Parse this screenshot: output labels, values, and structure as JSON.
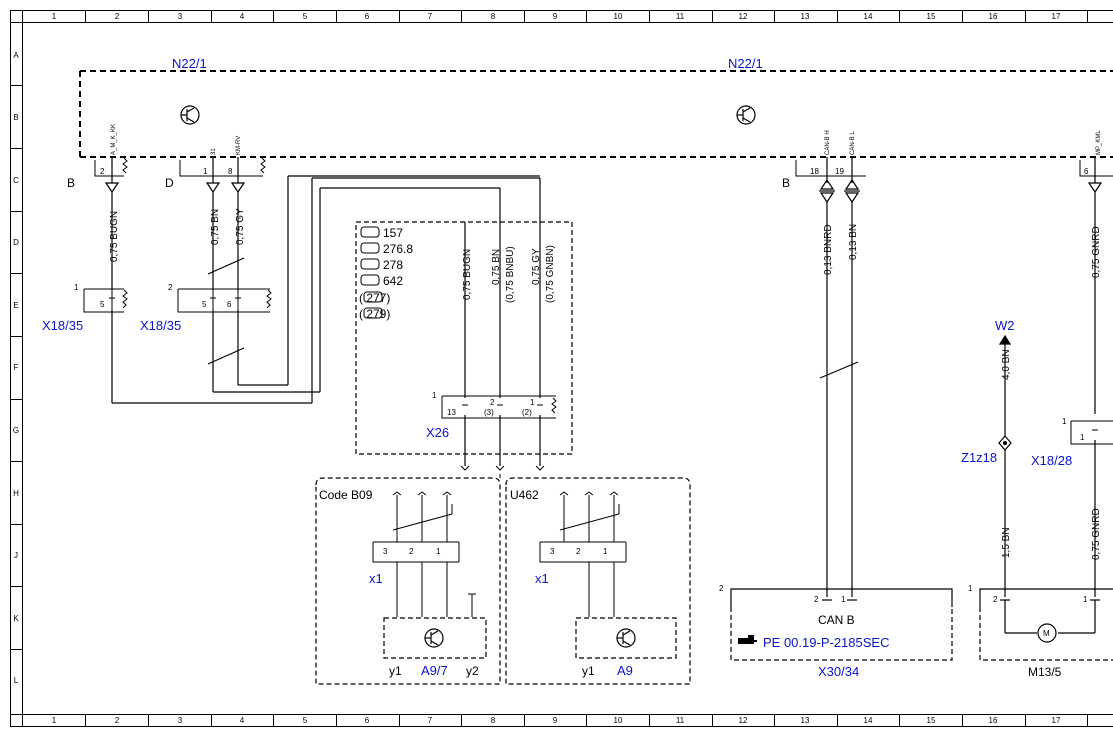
{
  "grid": {
    "columns": [
      "1",
      "2",
      "3",
      "4",
      "5",
      "6",
      "7",
      "8",
      "9",
      "10",
      "11",
      "12",
      "13",
      "14",
      "15",
      "16",
      "17"
    ],
    "rows": [
      "A",
      "B",
      "C",
      "D",
      "E",
      "F",
      "G",
      "H",
      "J",
      "K",
      "L"
    ]
  },
  "modules": {
    "n22_left": "N22/1",
    "n22_right": "N22/1"
  },
  "connector_letters": {
    "b_left": "B",
    "d_left": "D",
    "b_right": "B"
  },
  "pins": {
    "p2": "2",
    "p1": "1",
    "p8": "8",
    "p18": "18",
    "p19": "19",
    "p6": "6",
    "e1": "1",
    "e5": "5",
    "e2": "2",
    "e5b": "5",
    "e6": "6",
    "x26_1": "1",
    "x26_13": "13",
    "x26_2": "2",
    "x26_3": "(3)",
    "x26_1b": "1",
    "x26_2b": "(2)",
    "x1a_3": "3",
    "x1a_2": "2",
    "x1a_1": "1",
    "x1b_3": "3",
    "x1b_2": "2",
    "x1b_1": "1",
    "x30_2": "2",
    "x30_2b": "2",
    "x30_1": "1",
    "m13_1": "1",
    "m13_2": "2",
    "m13_1b": "1",
    "x1828_1": "1",
    "x1828_1b": "1"
  },
  "pin_names": {
    "amkkk": "A_M_K_KK",
    "p31": "31",
    "kmrv": "KM-RV",
    "canbh": "CAN-B H",
    "canbl": "CAN-B L",
    "mpkml": "MP_KML"
  },
  "wires": {
    "w1": "0,75 BUGN",
    "w2": "0,75 BN",
    "w3": "0,75 GY",
    "w4": "0,75 BUGN",
    "w5": "0,75 BN",
    "w5b": "(0,75 BNBU)",
    "w6": "0,75 GY",
    "w6b": "(0,75 GNBN)",
    "w7": "0,13 BNRD",
    "w8": "0,13 BN",
    "w9": "0,75 GNRD",
    "w10": "4,0 BN",
    "w11": "1,5 BN",
    "w12": "0,75 GNRD"
  },
  "components": {
    "x1835a": "X18/35",
    "x1835b": "X18/35",
    "x26": "X26",
    "x1a": "x1",
    "x1b": "x1",
    "y1a": "y1",
    "a97": "A9/7",
    "y2": "y2",
    "y1b": "y1",
    "a9": "A9",
    "x3034": "X30/34",
    "m135": "M13/5",
    "w2": "W2",
    "z1z18": "Z1z18",
    "x1828": "X18/28"
  },
  "codes": {
    "list": [
      "157",
      "276.8",
      "278",
      "642",
      "(    277)",
      "(    279)"
    ],
    "code_b09": "Code B09",
    "u462": "U462"
  },
  "can_b": {
    "title": "CAN B",
    "ref": "PE 00.19-P-2185SEC"
  },
  "colors": {
    "label_blue": "#0a14c8",
    "line": "#000000"
  }
}
